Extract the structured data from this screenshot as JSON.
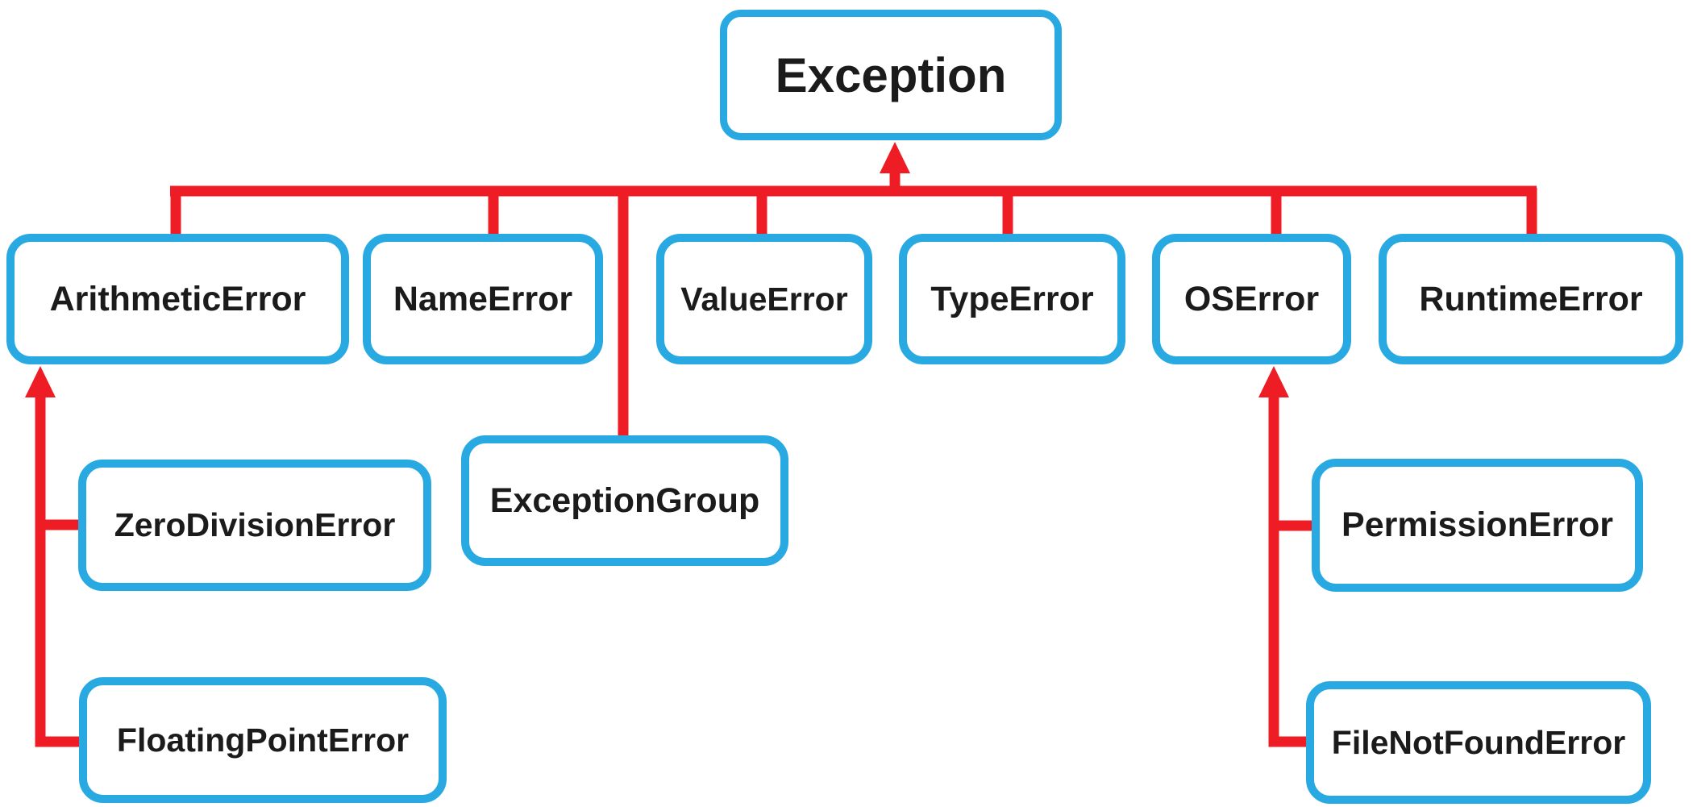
{
  "diagram": {
    "colors": {
      "background": "#ffffff",
      "node_border_color": "#29a9e1",
      "connector_color": "#ee1c25",
      "text_color": "#1b1b1b"
    },
    "nodes": {
      "exception": "Exception",
      "arithmetic_error": "ArithmeticError",
      "name_error": "NameError",
      "value_error": "ValueError",
      "type_error": "TypeError",
      "os_error": "OSError",
      "runtime_error": "RuntimeError",
      "exception_group": "ExceptionGroup",
      "zero_division_error": "ZeroDivisionError",
      "floating_point_error": "FloatingPointError",
      "permission_error": "PermissionError",
      "file_not_found_error": "FileNotFoundError"
    },
    "edges": [
      {
        "child": "ArithmeticError",
        "parent": "Exception"
      },
      {
        "child": "NameError",
        "parent": "Exception"
      },
      {
        "child": "ValueError",
        "parent": "Exception"
      },
      {
        "child": "TypeError",
        "parent": "Exception"
      },
      {
        "child": "OSError",
        "parent": "Exception"
      },
      {
        "child": "RuntimeError",
        "parent": "Exception"
      },
      {
        "child": "ExceptionGroup",
        "parent": "Exception"
      },
      {
        "child": "ZeroDivisionError",
        "parent": "ArithmeticError"
      },
      {
        "child": "FloatingPointError",
        "parent": "ArithmeticError"
      },
      {
        "child": "PermissionError",
        "parent": "OSError"
      },
      {
        "child": "FileNotFoundError",
        "parent": "OSError"
      }
    ]
  }
}
